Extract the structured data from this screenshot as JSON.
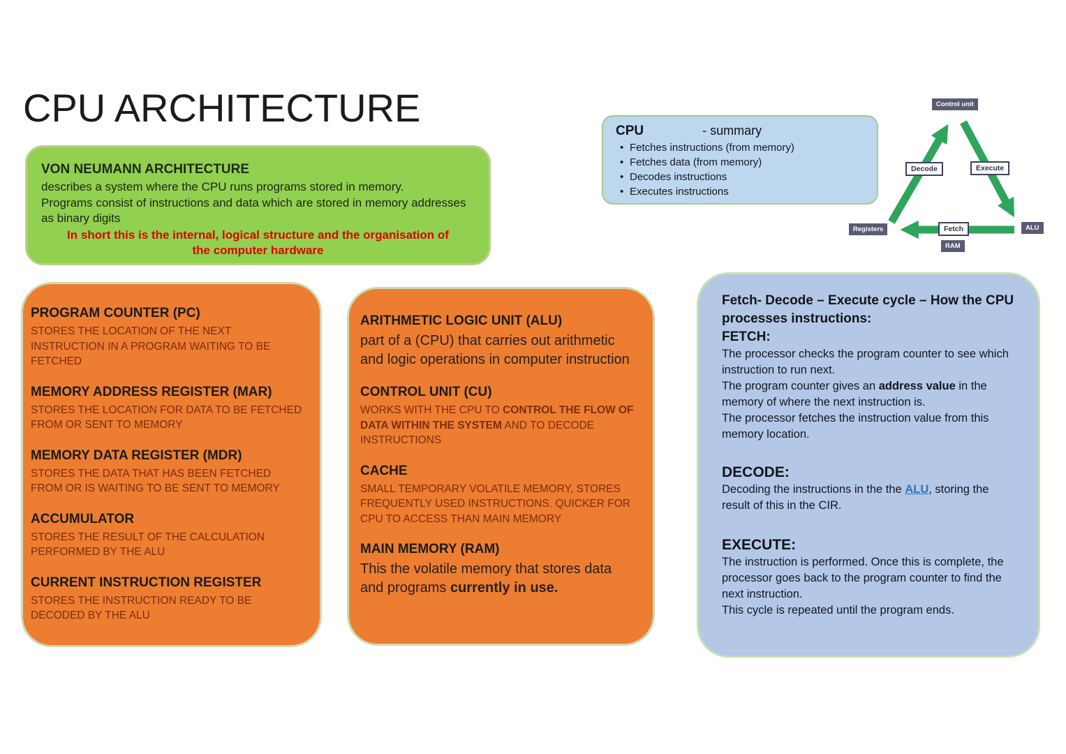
{
  "title": "CPU ARCHITECTURE",
  "bullet_glyph": "•",
  "palette": {
    "green_box_fill": "#92D050",
    "orange_box_fill": "#ED7D31",
    "summary_box_fill": "#BDD7EE",
    "fde_box_fill": "#B4C7E7",
    "pale_green_border": "#C5E0B4",
    "highlight_red": "#E00000",
    "maroon_text": "#7C2D12",
    "arrow_green": "#2FA45B",
    "diagram_node_fill": "#5A5B73",
    "link_blue": "#2E75B6"
  },
  "von_neumann": {
    "heading": "VON NEUMANN ARCHITECTURE",
    "line1": "describes a system where the CPU runs programs stored in memory.",
    "line2": "Programs consist of instructions and data which are stored in memory addresses as binary digits",
    "highlight": "In short this is the internal, logical structure and the organisation of the computer hardware"
  },
  "cpu_summary": {
    "heading": "CPU",
    "subheading": "- summary",
    "bullets": [
      "Fetches instructions (from memory)",
      "Fetches data (from memory)",
      "Decodes instructions",
      "Executes instructions"
    ]
  },
  "diagram": {
    "nodes": {
      "control_unit": "Control unit",
      "registers": "Registers",
      "alu": "ALU",
      "ram": "RAM"
    },
    "steps": {
      "decode": "Decode",
      "execute": "Execute",
      "fetch": "Fetch"
    }
  },
  "registers_box": {
    "pc": {
      "title": "PROGRAM COUNTER (PC)",
      "body": "STORES THE LOCATION OF THE NEXT INSTRUCTION IN A PROGRAM WAITING TO BE FETCHED"
    },
    "mar": {
      "title": "MEMORY ADDRESS REGISTER (MAR)",
      "body": "STORES THE LOCATION FOR DATA TO BE FETCHED FROM OR SENT TO MEMORY"
    },
    "mdr": {
      "title": "MEMORY DATA REGISTER (MDR)",
      "body": "STORES THE DATA THAT HAS BEEN FETCHED FROM OR IS WAITING TO BE SENT TO MEMORY"
    },
    "acc": {
      "title": "ACCUMULATOR",
      "body": "STORES THE  RESULT OF THE CALCULATION PERFORMED BY THE ALU"
    },
    "cir": {
      "title": "CURRENT INSTRUCTION REGISTER",
      "body": "STORES THE INSTRUCTION  READY TO BE DECODED BY THE ALU"
    }
  },
  "components_box": {
    "alu": {
      "title": "ARITHMETIC LOGIC UNIT (ALU)",
      "body": "part of a (CPU) that carries out arithmetic and logic operations in computer instruction"
    },
    "cu": {
      "title": "CONTROL UNIT (CU)",
      "body_segments": [
        {
          "t": "WORKS WITH THE CPU TO "
        },
        {
          "t": "CONTROL THE FLOW OF DATA WITHIN THE SYSTEM",
          "b": 1
        },
        {
          "t": " AND TO DECODE INSTRUCTIONS"
        }
      ]
    },
    "cache": {
      "title": "CACHE",
      "body": "SMALL TEMPORARY VOLATILE MEMORY, STORES FREQUENTLY USED INSTRUCTIONS. QUICKER FOR CPU TO ACCESS THAN MAIN MEMORY"
    },
    "ram": {
      "title": "MAIN MEMORY (RAM)",
      "body_segments": [
        {
          "t": "This the volatile memory that stores data and programs "
        },
        {
          "t": "currently in use.",
          "b": 1
        }
      ]
    }
  },
  "fde": {
    "heading": "Fetch- Decode – Execute cycle – How the CPU processes instructions:",
    "fetch": {
      "label": "FETCH:",
      "p1": "The processor checks the program counter to see which instruction to run next.",
      "p2_segments": [
        {
          "t": "The program counter gives an "
        },
        {
          "t": "address value",
          "b": 1
        },
        {
          "t": " in the memory of where the next instruction is."
        }
      ],
      "p3": "The processor fetches the instruction value from this memory location."
    },
    "decode": {
      "label": "DECODE:",
      "p_segments": [
        {
          "t": "Decoding the instructions in the the "
        },
        {
          "t": "ALU",
          "b": 1,
          "u": 1,
          "c": "#2E75B6",
          "n": "alu-link",
          "i": 1
        },
        {
          "t": ", storing the result of this in the CIR."
        }
      ]
    },
    "execute": {
      "label": "EXECUTE:",
      "p1": "The instruction is performed. Once this is complete, the processor goes back to the program counter to find the next instruction.",
      "p2": "This cycle is repeated until the program ends."
    }
  }
}
